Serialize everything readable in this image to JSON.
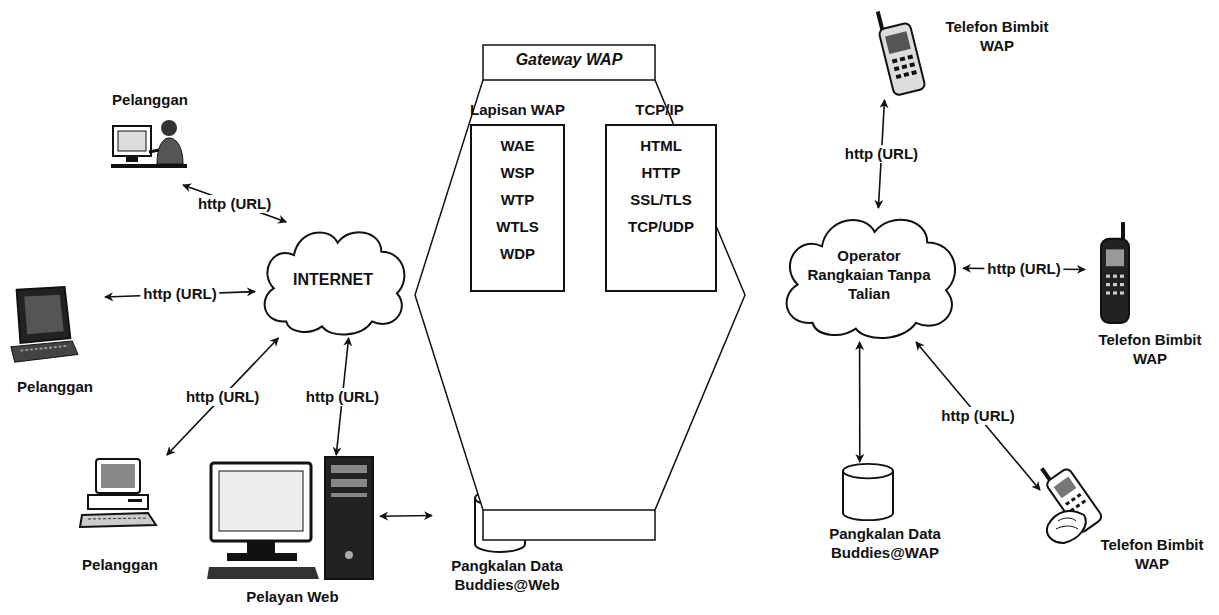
{
  "diagram": {
    "nodes": [
      {
        "text": [
          "Pelanggan"
        ]
      },
      {
        "text": [
          "Pelanggan"
        ]
      },
      {
        "text": [
          "Pelanggan"
        ]
      },
      {
        "text": [
          "INTERNET"
        ]
      },
      {
        "text": [
          "Pelayan Web"
        ]
      },
      {
        "text": [
          "Pangkalan Data Buddies@Web"
        ]
      },
      {
        "text": [
          "Gateway WAP"
        ]
      },
      {
        "text": [
          "Lapisan WAP",
          "WAE WSP WTP WTLS WDP"
        ],
        "in": 6
      },
      {
        "text": [
          "TCP/IP",
          "HTML HTTP SSL/TLS TCP/UDP"
        ],
        "in": 6
      },
      {
        "text": [
          "Operator Rangkaian Tanpa Talian"
        ]
      },
      {
        "text": [
          "Telefon Bimbit WAP"
        ]
      },
      {
        "text": [
          "Telefon Bimbit WAP"
        ]
      },
      {
        "text": [
          "Telefon Bimbit WAP"
        ]
      },
      {
        "text": [
          "Pangkalan Data Buddies@WAP"
        ]
      }
    ],
    "edges": [
      {
        "from": 0,
        "to": 3,
        "label": "http (URL)",
        "arrow": "both"
      },
      {
        "from": 1,
        "to": 3,
        "label": "http (URL)",
        "arrow": "both"
      },
      {
        "from": 2,
        "to": 3,
        "label": "http (URL)",
        "arrow": "both"
      },
      {
        "from": 3,
        "to": 4,
        "label": "http (URL)",
        "arrow": "both"
      },
      {
        "from": 4,
        "to": 5,
        "arrow": "both"
      },
      {
        "from": 9,
        "to": 10,
        "label": "http (URL)",
        "arrow": "both"
      },
      {
        "from": 9,
        "to": 11,
        "label": "http (URL)",
        "arrow": "both"
      },
      {
        "from": 9,
        "to": 12,
        "label": "http (URL)",
        "arrow": "both"
      },
      {
        "from": 9,
        "to": 13,
        "arrow": "both"
      }
    ]
  }
}
